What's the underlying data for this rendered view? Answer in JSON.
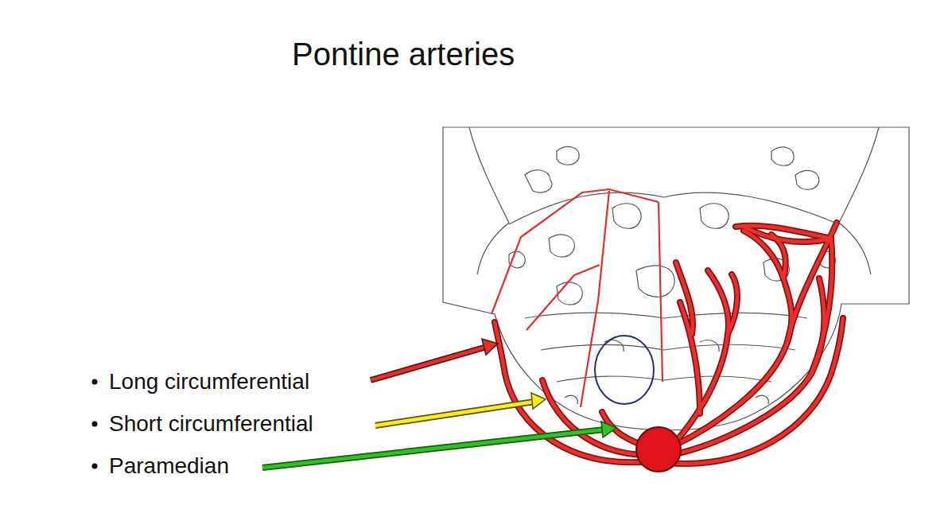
{
  "diagram": {
    "title": "Pontine arteries",
    "labels": [
      "Long circumferential",
      "Short circumferential",
      "Paramedian"
    ]
  }
}
